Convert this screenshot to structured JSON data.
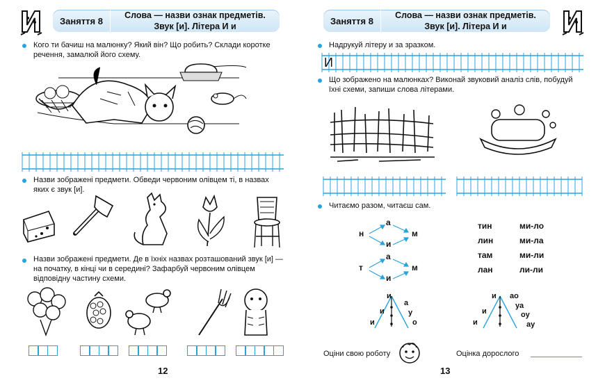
{
  "left": {
    "lesson_label": "Заняття 8",
    "title_line1": "Слова — назви ознак предметів.",
    "title_line2": "Звук [и]. Літера И и",
    "task1": "Кого ти бачиш на малюнку? Який він? Що робить? Склади коротке речення, замалюй його схему.",
    "task2": "Назви зображені предмети. Обведи червоним олівцем ті, в назвах яких є звук [и].",
    "task3": "Назви зображені предмети. Де в їхніх назвах розташований звук [и] — на початку, в кінці чи в середині? Зафарбуй червоним олівцем відповідну частину схеми.",
    "page_number": "12"
  },
  "right": {
    "lesson_label": "Заняття 8",
    "title_line1": "Слова — назви ознак предметів.",
    "title_line2": "Звук [и]. Літера И и",
    "task1": "Надрукуй літеру и за зразком.",
    "task2": "Що зображено на малюнках? Виконай звуковий аналіз слів, побудуй їхні схеми, запиши слова літерами.",
    "task3": "Читаємо разом, читаєш сам.",
    "sample_letter": "И",
    "diagram1": {
      "left": "н",
      "top": "а",
      "bottom": "и",
      "right": "м"
    },
    "diagram2": {
      "left": "т",
      "top": "а",
      "bottom": "и",
      "right": "м"
    },
    "syllables_col1": [
      "тин",
      "лин",
      "там",
      "лан"
    ],
    "syllables_col2": [
      "ми-ло",
      "ми-ла",
      "ми-ли",
      "ли-ли"
    ],
    "tree1": {
      "top": "и",
      "left": [
        "и",
        "и"
      ],
      "right": [
        "а",
        "у",
        "о"
      ]
    },
    "tree2": {
      "top": "и",
      "left": [
        "и",
        "и"
      ],
      "right": [
        "ао",
        "уа",
        "оу",
        "ау"
      ]
    },
    "rate_self": "Оціни свою роботу",
    "rate_adult": "Оцінка дорослого",
    "page_number": "13"
  },
  "colors": {
    "accent": "#29a3dc",
    "header": "#cfe6f6"
  }
}
